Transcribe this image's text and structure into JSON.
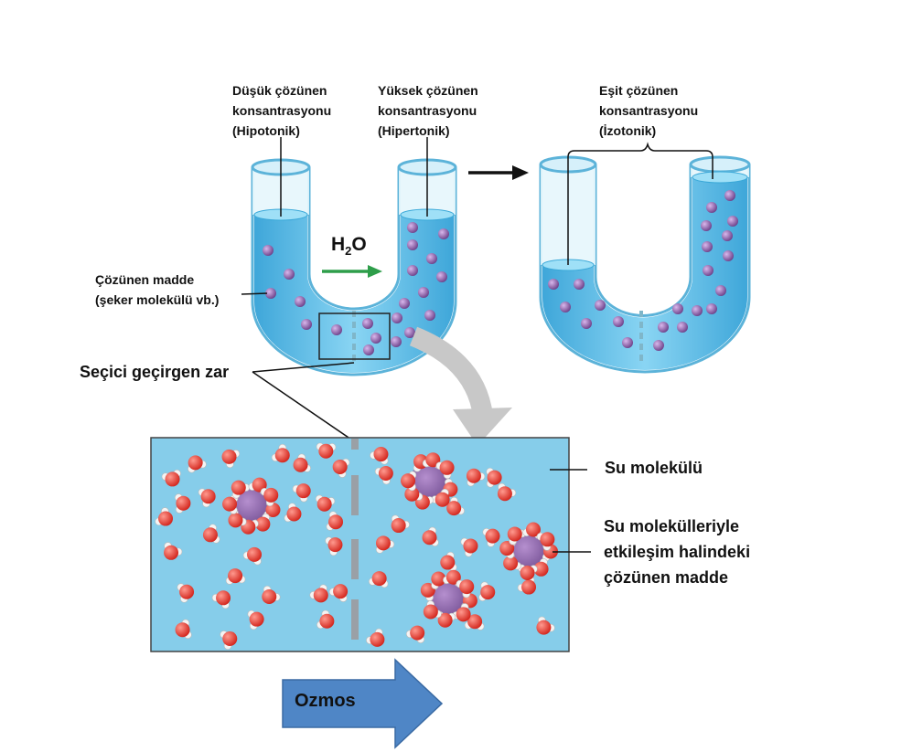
{
  "labels": {
    "hypotonic": [
      "Düşük çözünen",
      "konsantrasyonu",
      "(Hipotonik)"
    ],
    "hypertonic": [
      "Yüksek çözünen",
      "konsantrasyonu",
      "(Hipertonik)"
    ],
    "isotonic": [
      "Eşit çözünen",
      "konsantrasyonu",
      "(İzotonik)"
    ],
    "solute": [
      "Çözünen madde",
      "(şeker molekülü vb.)"
    ],
    "membrane": "Seçici geçirgen zar",
    "water_molecule": "Su molekülü",
    "hydrated_solute": [
      "Su molekülleriyle",
      "etkileşim halindeki",
      "çözünen madde"
    ],
    "water_formula": "H",
    "water_sub": "2",
    "water_o": "O",
    "osmosis": "Ozmos"
  },
  "colors": {
    "water_blue": "#4bb8e8",
    "tube_glass": "#dff3fb",
    "solute_purple": "#8e5ea8",
    "oxygen_red": "#e8392f",
    "hydrogen_white": "#f2f2f2",
    "panel_bg": "#86cdea",
    "membrane_gray": "#9aa0a6",
    "flow_arrow_green": "#2e9e4a",
    "osmosis_arrow": "#4f86c6"
  }
}
